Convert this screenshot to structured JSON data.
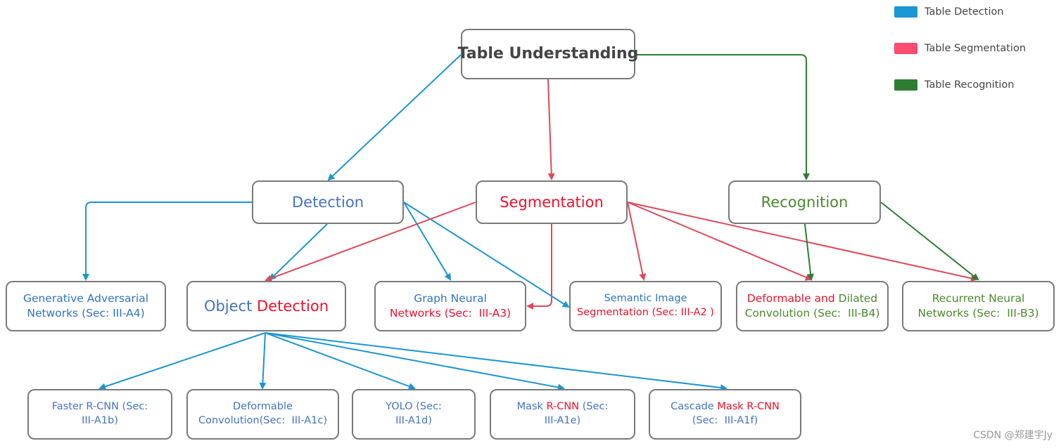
{
  "legend": [
    {
      "label": "Table Detection",
      "color": "#1a96d3"
    },
    {
      "label": "Table Segmentation",
      "color": "#fa4b70"
    },
    {
      "label": "Table Recognition",
      "color": "#2e7d32"
    }
  ],
  "edge_colors": {
    "detection": "#1a96d3",
    "segmentation": "#e0485a",
    "recognition": "#2e7d32"
  },
  "nodes": {
    "root": {
      "parts": [
        {
          "text": "Table Understanding",
          "tone": "gray"
        }
      ]
    },
    "detection": {
      "parts": [
        {
          "text": "Detection",
          "tone": "blue2"
        }
      ]
    },
    "segmentation": {
      "parts": [
        {
          "text": "Segmentation",
          "tone": "red"
        }
      ]
    },
    "recognition": {
      "parts": [
        {
          "text": "Recognition",
          "tone": "green"
        }
      ]
    },
    "gan": {
      "lines": [
        [
          {
            "text": "Generative Adversarial",
            "tone": "blue"
          }
        ],
        [
          {
            "text": "Networks (Sec: III-A4)",
            "tone": "blue"
          }
        ]
      ]
    },
    "object_detection": {
      "lines": [
        [
          {
            "text": "Object ",
            "tone": "blue2"
          },
          {
            "text": "Detection",
            "tone": "red"
          }
        ]
      ]
    },
    "gnn": {
      "lines": [
        [
          {
            "text": "Graph Neural",
            "tone": "blue"
          }
        ],
        [
          {
            "text": "Networks (Sec:  III-A3)",
            "tone": "red"
          }
        ]
      ]
    },
    "semantic": {
      "lines": [
        [
          {
            "text": "Semantic Image",
            "tone": "blue"
          }
        ],
        [
          {
            "text": "Segmentation (Sec: III-A2 )",
            "tone": "red"
          }
        ]
      ]
    },
    "deformable_dilated": {
      "lines": [
        [
          {
            "text": "Deformable and ",
            "tone": "red"
          },
          {
            "text": "Dilated",
            "tone": "green"
          }
        ],
        [
          {
            "text": "Convolution (Sec:  III-B4)",
            "tone": "green"
          }
        ]
      ]
    },
    "rnn": {
      "lines": [
        [
          {
            "text": "Recurrent Neural",
            "tone": "green"
          }
        ],
        [
          {
            "text": "Networks (Sec:  III-B3)",
            "tone": "green"
          }
        ]
      ]
    },
    "faster_rcnn": {
      "lines": [
        [
          {
            "text": "Faster R-CNN (Sec:",
            "tone": "blue2"
          }
        ],
        [
          {
            "text": "III-A1b)",
            "tone": "blue2"
          }
        ]
      ]
    },
    "deformable_conv": {
      "lines": [
        [
          {
            "text": "Deformable",
            "tone": "blue2"
          }
        ],
        [
          {
            "text": "Convolution(Sec:  III-A1c)",
            "tone": "blue2"
          }
        ]
      ]
    },
    "yolo": {
      "lines": [
        [
          {
            "text": "YOLO (Sec:",
            "tone": "blue2"
          }
        ],
        [
          {
            "text": "III-A1d)",
            "tone": "blue2"
          }
        ]
      ]
    },
    "mask_rcnn": {
      "lines": [
        [
          {
            "text": "Mask ",
            "tone": "blue2"
          },
          {
            "text": "R-CNN",
            "tone": "red"
          },
          {
            "text": " (Sec:",
            "tone": "blue2"
          }
        ],
        [
          {
            "text": "III-A1e)",
            "tone": "blue2"
          }
        ]
      ]
    },
    "cascade": {
      "lines": [
        [
          {
            "text": "Cascade ",
            "tone": "blue2"
          },
          {
            "text": "Mask R-CNN",
            "tone": "red"
          }
        ],
        [
          {
            "text": "(Sec:  III-A1f)",
            "tone": "blue2"
          }
        ]
      ]
    }
  },
  "edges": [
    {
      "from": "root",
      "to": "detection",
      "kind": "detection"
    },
    {
      "from": "root",
      "to": "segmentation",
      "kind": "segmentation"
    },
    {
      "from": "root",
      "to": "recognition",
      "kind": "recognition"
    },
    {
      "from": "detection",
      "to": "gan",
      "kind": "detection"
    },
    {
      "from": "detection",
      "to": "object_detection",
      "kind": "detection"
    },
    {
      "from": "detection",
      "to": "gnn",
      "kind": "detection"
    },
    {
      "from": "detection",
      "to": "semantic",
      "kind": "detection"
    },
    {
      "from": "segmentation",
      "to": "object_detection",
      "kind": "segmentation"
    },
    {
      "from": "segmentation",
      "to": "gnn",
      "kind": "segmentation"
    },
    {
      "from": "segmentation",
      "to": "semantic",
      "kind": "segmentation"
    },
    {
      "from": "segmentation",
      "to": "deformable_dilated",
      "kind": "segmentation"
    },
    {
      "from": "segmentation",
      "to": "rnn",
      "kind": "segmentation"
    },
    {
      "from": "recognition",
      "to": "deformable_dilated",
      "kind": "recognition"
    },
    {
      "from": "recognition",
      "to": "rnn",
      "kind": "recognition"
    },
    {
      "from": "object_detection",
      "to": "faster_rcnn",
      "kind": "detection"
    },
    {
      "from": "object_detection",
      "to": "deformable_conv",
      "kind": "detection"
    },
    {
      "from": "object_detection",
      "to": "yolo",
      "kind": "detection"
    },
    {
      "from": "object_detection",
      "to": "mask_rcnn",
      "kind": "detection"
    },
    {
      "from": "object_detection",
      "to": "cascade",
      "kind": "detection"
    }
  ],
  "watermark": "CSDN @郑建宇Jy"
}
